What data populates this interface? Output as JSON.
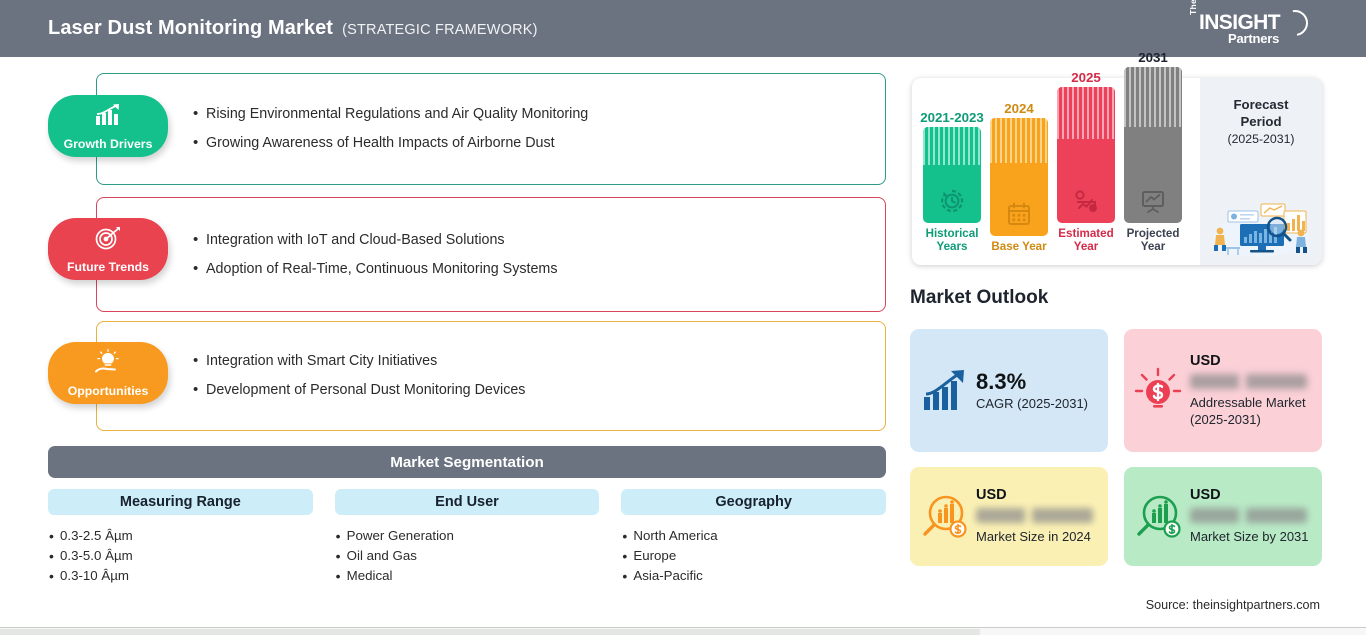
{
  "header": {
    "title": "Laser Dust Monitoring Market",
    "subtitle": "(STRATEGIC FRAMEWORK)",
    "logo": {
      "the": "The",
      "insight": "INSIGHT",
      "partners": "Partners"
    }
  },
  "framework": {
    "sections": [
      {
        "badge": "Growth Drivers",
        "icon": "bar-chart-arrow-icon",
        "color": "#14c08c",
        "bullets": [
          "Rising Environmental Regulations and Air Quality Monitoring",
          "Growing Awareness of Health Impacts of Airborne Dust"
        ]
      },
      {
        "badge": "Future Trends",
        "icon": "target-dart-icon",
        "color": "#e8434f",
        "bullets": [
          "Integration with IoT and Cloud-Based Solutions",
          "Adoption of Real-Time, Continuous Monitoring Systems"
        ]
      },
      {
        "badge": "Opportunities",
        "icon": "lightbulb-hand-icon",
        "color": "#f89a1f",
        "bullets": [
          "Integration with Smart City Initiatives",
          "Development of Personal Dust Monitoring Devices"
        ]
      }
    ]
  },
  "segmentation": {
    "title": "Market Segmentation",
    "columns": [
      {
        "title": "Measuring Range",
        "items": [
          "0.3-2.5 Âµm",
          "0.3-5.0 Âµm",
          "0.3-10 Âµm"
        ]
      },
      {
        "title": "End User",
        "items": [
          "Power Generation",
          "Oil and Gas",
          "Medical"
        ]
      },
      {
        "title": "Geography",
        "items": [
          "North America",
          "Europe",
          "Asia-Pacific"
        ]
      }
    ]
  },
  "chart_data": {
    "type": "bar",
    "title": "Market study period timeline",
    "categories": [
      "Historical Years",
      "Base Year",
      "Estimated Year",
      "Projected Year"
    ],
    "tick_labels": [
      "2021-2023",
      "2024",
      "2025",
      "2031"
    ],
    "values": [
      96,
      118,
      136,
      156
    ],
    "colors": [
      "#14c08c",
      "#f9a21b",
      "#ed4159",
      "#808080"
    ],
    "icons": [
      "clock-history-icon",
      "calendar-icon",
      "estimate-chart-icon",
      "projection-screen-icon"
    ],
    "xlabel": "",
    "ylabel": "",
    "grid": false,
    "legend": "none"
  },
  "forecast": {
    "title_line1": "Forecast",
    "title_line2": "Period",
    "years": "(2025-2031)",
    "illustration": "analytics-people-illustration"
  },
  "outlook": {
    "title": "Market Outlook",
    "cards": [
      {
        "icon": "growth-bar-arrow-icon",
        "color": "#d3e7f6",
        "value": "8.3%",
        "caption": "CAGR (2025-2031)",
        "unit": "",
        "blurred": false
      },
      {
        "icon": "dollar-bulb-icon",
        "color": "#fbd0d7",
        "unit": "USD",
        "value": "",
        "caption": "Addressable Market (2025-2031)",
        "blurred": true
      },
      {
        "icon": "magnifier-chart-orange-icon",
        "color": "#fbf0b4",
        "unit": "USD",
        "value": "",
        "caption": "Market Size in 2024",
        "blurred": true
      },
      {
        "icon": "magnifier-chart-green-icon",
        "color": "#b9eac6",
        "unit": "USD",
        "value": "",
        "caption": "Market Size by 2031",
        "blurred": true
      }
    ]
  },
  "source": "Source: theinsightpartners.com"
}
